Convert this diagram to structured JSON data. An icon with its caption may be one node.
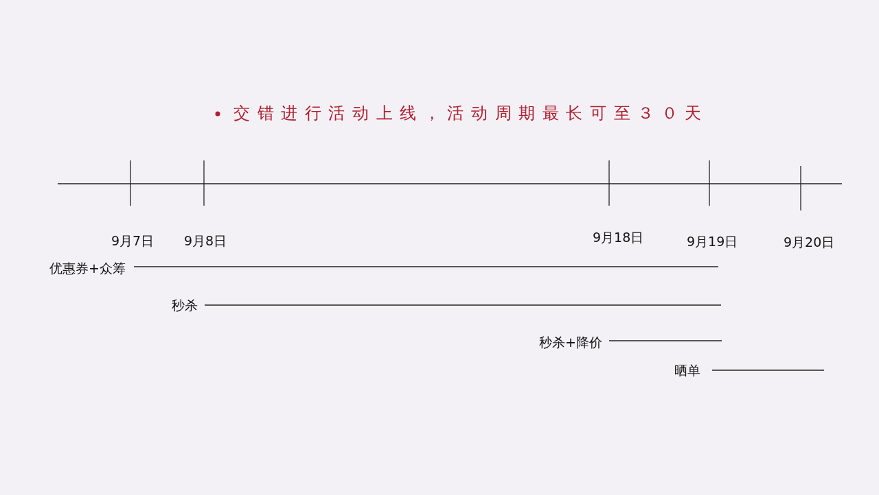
{
  "diagram": {
    "title": "交错进行活动上线，活动周期最长可至３０天",
    "labels": [
      "9月7日",
      "9月8日",
      "9月18日",
      "9月19日",
      "9月20日",
      "优惠券+众筹",
      "秒杀",
      "秒杀+降价",
      "晒单"
    ]
  }
}
